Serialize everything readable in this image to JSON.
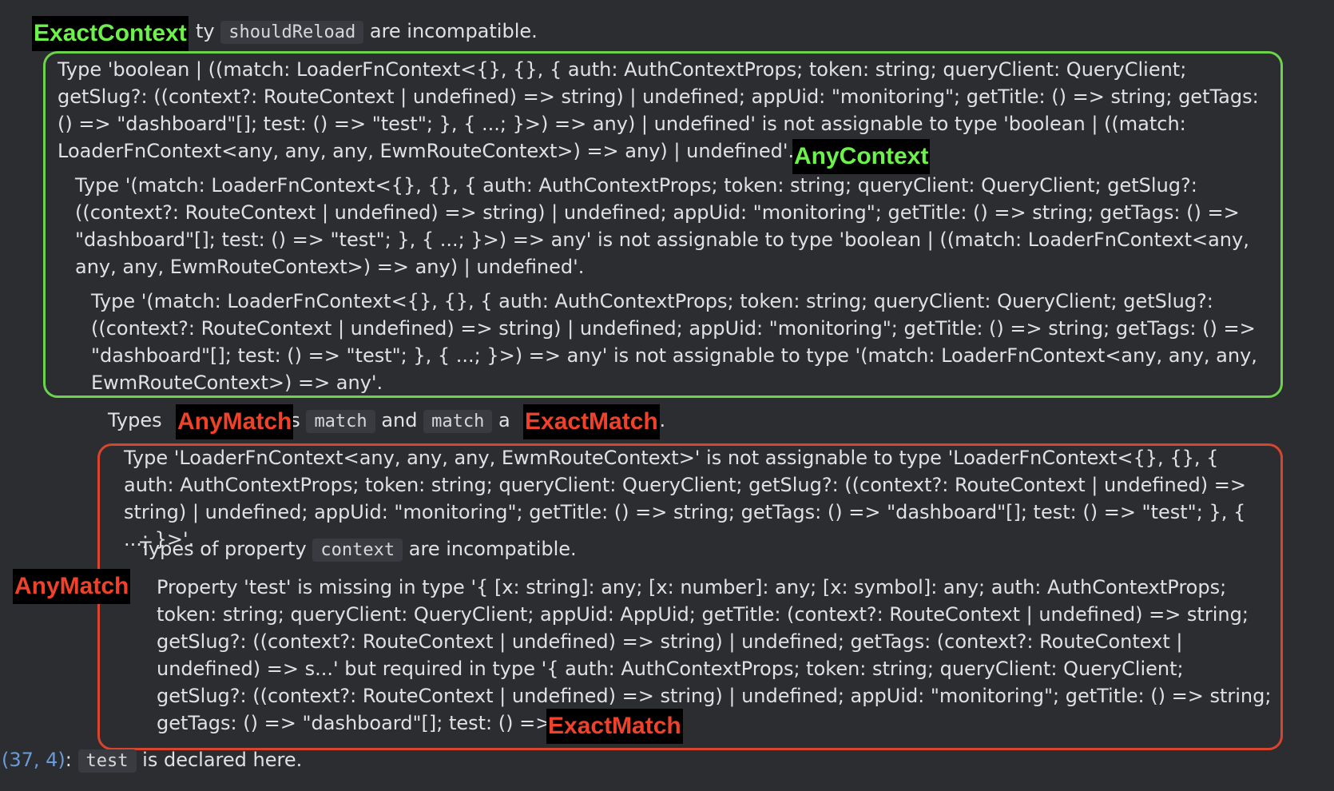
{
  "header_line": {
    "prefix": "ty",
    "code": "shouldReload",
    "suffix": "are incompatible."
  },
  "green_box": {
    "l1": "Type 'boolean | ((match: LoaderFnContext<{}, {}, { auth: AuthContextProps; token: string; queryClient: QueryClient; getSlug?: ((context?: RouteContext | undefined) => string) | undefined; appUid: \"monitoring\"; getTitle: () => string; getTags: () => \"dashboard\"[]; test: () => \"test\"; }, { ...; }>) => any) | undefined' is not assignable to type 'boolean | ((match: LoaderFnContext<any, any, any, EwmRouteContext>) => any) | undefined'.",
    "l2": "Type '(match: LoaderFnContext<{}, {}, { auth: AuthContextProps; token: string; queryClient: QueryClient; getSlug?: ((context?: RouteContext | undefined) => string) | undefined; appUid: \"monitoring\"; getTitle: () => string; getTags: () => \"dashboard\"[]; test: () => \"test\"; }, { ...; }>) => any' is not assignable to type 'boolean | ((match: LoaderFnContext<any, any, any, EwmRouteContext>) => any) | undefined'.",
    "l3": "Type '(match: LoaderFnContext<{}, {}, { auth: AuthContextProps; token: string; queryClient: QueryClient; getSlug?: ((context?: RouteContext | undefined) => string) | undefined; appUid: \"monitoring\"; getTitle: () => string; getTags: () => \"dashboard\"[]; test: () => \"test\"; }, { ...; }>) => any' is not assignable to type '(match: LoaderFnContext<any, any, any, EwmRouteContext>) => any'."
  },
  "types_line": {
    "prefix": "Types",
    "s": "s",
    "code1": "match",
    "and": "and",
    "code2": "match",
    "a": "a",
    "e": "e."
  },
  "red_box": {
    "l1": "Type 'LoaderFnContext<any, any, any, EwmRouteContext>' is not assignable to type 'LoaderFnContext<{}, {}, { auth: AuthContextProps; token: string; queryClient: QueryClient; getSlug?: ((context?: RouteContext | undefined) => string) | undefined; appUid: \"monitoring\"; getTitle: () => string; getTags: () => \"dashboard\"[]; test: () => \"test\"; }, { ...; }>'.",
    "l2_prefix": "Types of property",
    "l2_code": "context",
    "l2_suffix": "are incompatible.",
    "l3": "Property 'test' is missing in type '{ [x: string]: any; [x: number]: any; [x: symbol]: any; auth: AuthContextProps; token: string; queryClient: QueryClient; appUid: AppUid; getTitle: (context?: RouteContext | undefined) => string; getSlug?: ((context?: RouteContext | undefined) => string) | undefined; getTags: (context?: RouteContext | undefined) => s...' but required in type '{ auth: AuthContextProps; token: string; queryClient: QueryClient; getSlug?: ((context?: RouteContext | undefined) => string) | undefined; appUid: \"monitoring\"; getTitle: () => string; getTags: () => \"dashboard\"[]; test: () => \"test\"; }'."
  },
  "footer_line": {
    "link": "(37, 4)",
    "colon": ":",
    "code": "test",
    "suffix": "is declared here."
  },
  "tags": {
    "exact_context": "ExactContext",
    "any_context": "AnyContext",
    "any_match_inline": "AnyMatch",
    "exact_match_inline": "ExactMatch",
    "any_match_side": "AnyMatch",
    "exact_match_bottom": "ExactMatch"
  },
  "colors": {
    "background": "#2b2d30",
    "text": "#dfe1e5",
    "green_tag": "#6df24b",
    "red_tag": "#f0412a",
    "green_border": "#6cd34b",
    "red_border": "#d8452f",
    "link": "#6b9bd6"
  }
}
